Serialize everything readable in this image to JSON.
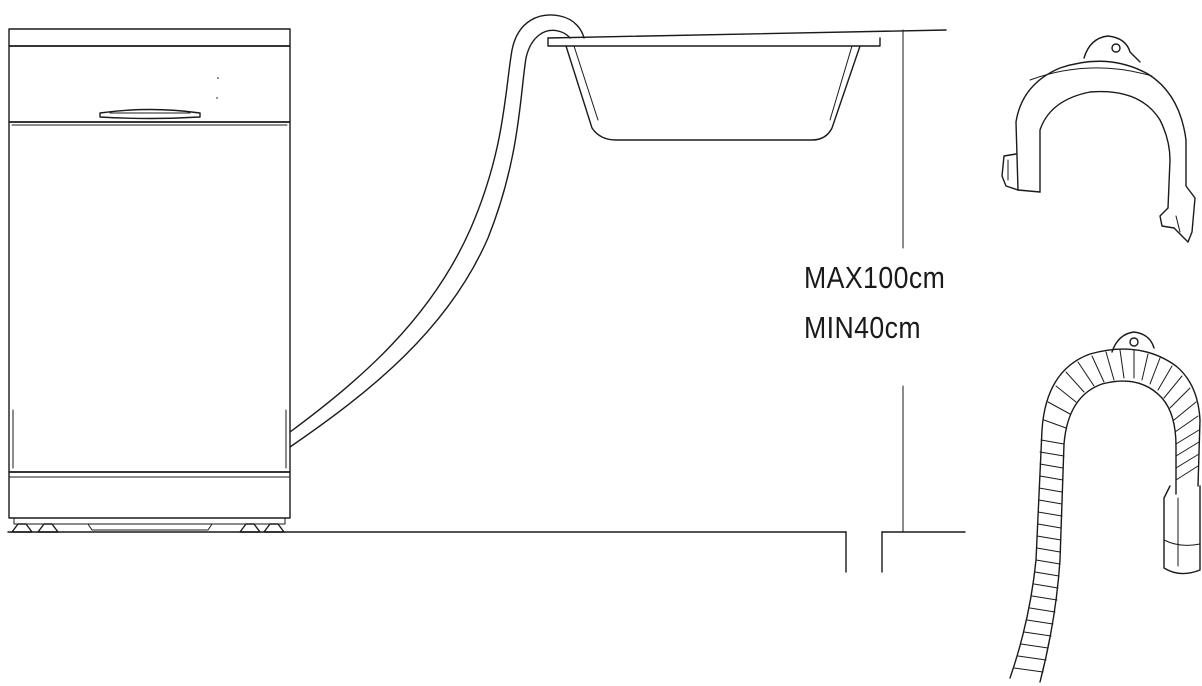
{
  "figure": {
    "labels": {
      "max_height": "MAX100cm",
      "min_height": "MIN40cm"
    },
    "parts": [
      {
        "name": "dishwasher",
        "icon": "dishwasher-icon"
      },
      {
        "name": "drain-hose",
        "icon": "hose-icon"
      },
      {
        "name": "sink",
        "icon": "sink-icon"
      },
      {
        "name": "hose-holder",
        "icon": "hose-holder-icon"
      },
      {
        "name": "hose-holder-with-hose",
        "icon": "hose-with-holder-icon"
      }
    ],
    "line_color": "#1a1a1a",
    "background": "#ffffff"
  }
}
